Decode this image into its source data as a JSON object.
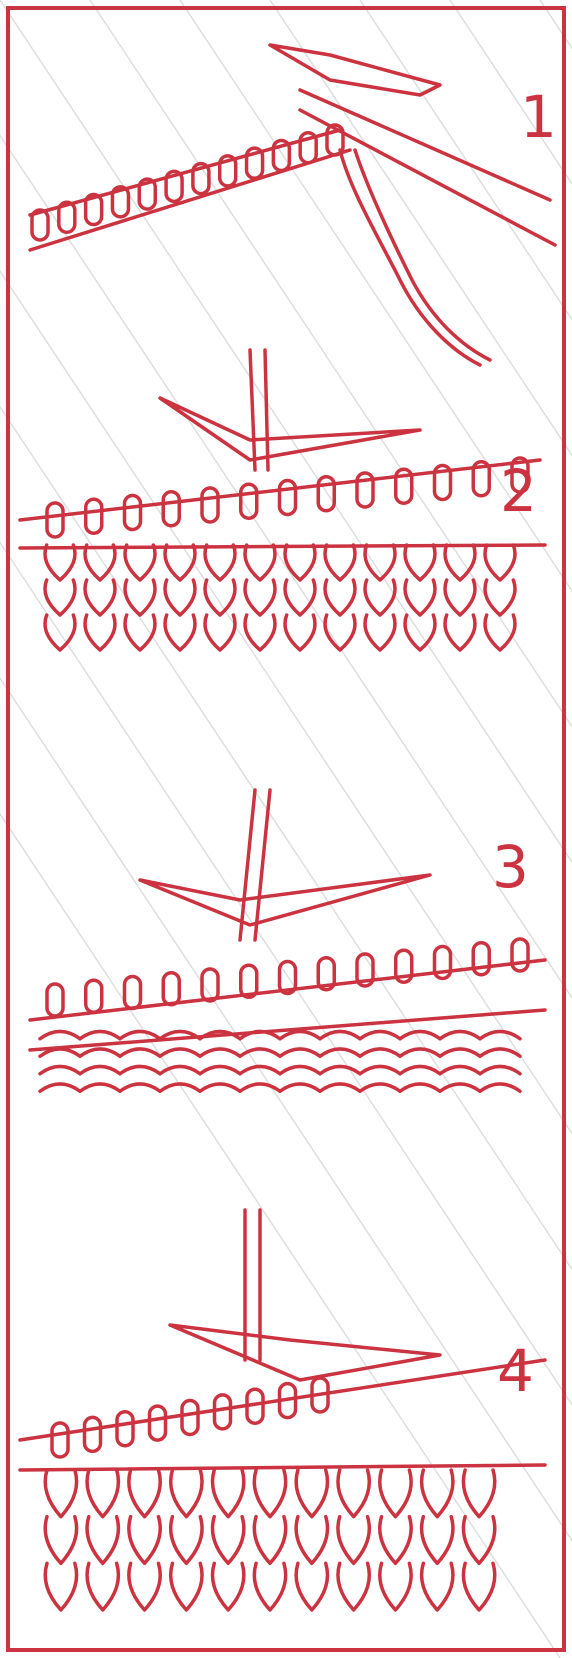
{
  "colors": {
    "ink": "#cc3340",
    "paper": "#ffffff",
    "watermark": "#d9d9d9"
  },
  "panels": [
    {
      "number": "1",
      "depicts": "casting-on"
    },
    {
      "number": "2",
      "depicts": "knit-stitch"
    },
    {
      "number": "3",
      "depicts": "purl-stitch"
    },
    {
      "number": "4",
      "depicts": "stitch-slipped-off-needle"
    }
  ]
}
